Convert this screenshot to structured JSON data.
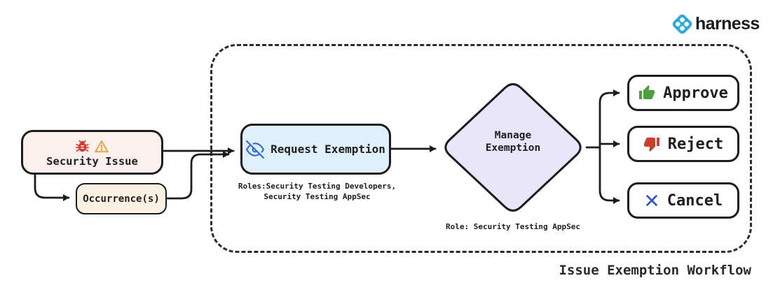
{
  "brand": {
    "name": "harness"
  },
  "workflow_title": "Issue Exemption Workflow",
  "nodes": {
    "security_issue": {
      "label": "Security Issue"
    },
    "occurrences": {
      "label": "Occurrence(s)"
    },
    "request_exemption": {
      "label": "Request Exemption",
      "roles": [
        "Roles:Security Testing Developers,",
        "Security Testing AppSec"
      ]
    },
    "manage_exemption": {
      "line1": "Manage",
      "line2": "Exemption",
      "role": "Role: Security Testing AppSec"
    }
  },
  "actions": [
    {
      "id": "approve",
      "label": "Approve"
    },
    {
      "id": "reject",
      "label": "Reject"
    },
    {
      "id": "cancel",
      "label": "Cancel"
    }
  ],
  "colors": {
    "harness_blue": "#2da7e0",
    "node_border": "#1c1c1c",
    "security_issue_bg": "#fbf0ee",
    "occurrence_bg": "#faf1e3",
    "request_bg": "#dfeffc",
    "manage_bg": "#e9e6fb",
    "approve_green": "#4c9f3f",
    "reject_red": "#cc3d2c",
    "cancel_blue": "#2853d6",
    "bug_red": "#d5392a",
    "warning_orange": "#e9a23b",
    "eye_blue": "#2e6bd6"
  }
}
